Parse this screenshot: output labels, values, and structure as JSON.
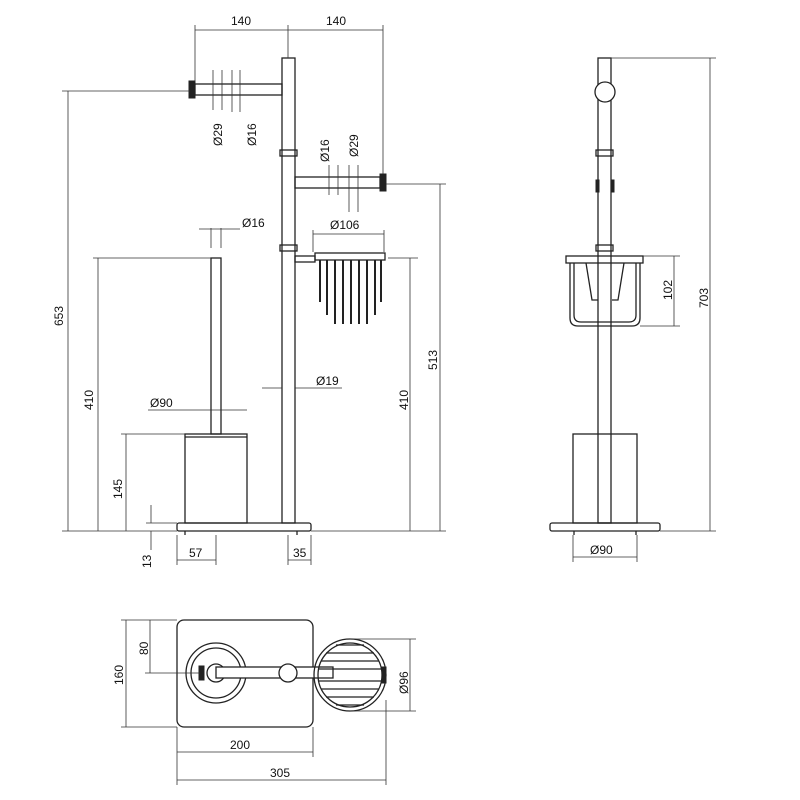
{
  "dimensions": {
    "top_left_140": "140",
    "top_right_140": "140",
    "d29_upper": "Ø29",
    "d16_upper": "Ø16",
    "d16_right": "Ø16",
    "d29_right": "Ø29",
    "d16_brush": "Ø16",
    "d106": "Ø106",
    "d19": "Ø19",
    "d90_front": "Ø90",
    "h653": "653",
    "h410_left": "410",
    "h145": "145",
    "h13": "13",
    "w57": "57",
    "w35": "35",
    "h410_right": "410",
    "h513": "513",
    "h102": "102",
    "h703": "703",
    "d90_side": "Ø90",
    "h80": "80",
    "h160": "160",
    "d96": "Ø96",
    "w200": "200",
    "w305": "305"
  }
}
